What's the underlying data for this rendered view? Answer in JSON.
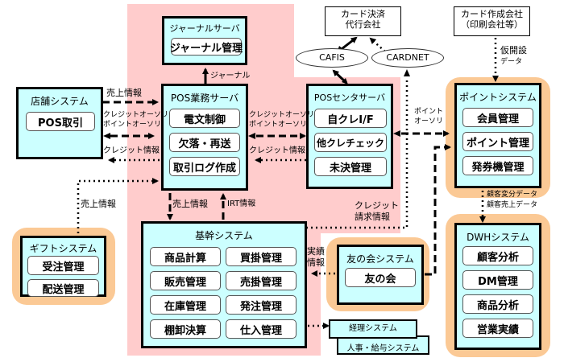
{
  "external": {
    "card_settlement": "カード決済\n代行会社",
    "card_settlement_l1": "カード決済",
    "card_settlement_l2": "代行会社",
    "card_maker_l1": "カード作成会社",
    "card_maker_l2": "（印刷会社等）",
    "cafis": "CAFIS",
    "cardnet": "CARDNET"
  },
  "systems": {
    "journal": {
      "title": "ジャーナルサーバ",
      "modules": [
        "ジャーナル管理"
      ]
    },
    "store": {
      "title": "店舗システム",
      "modules": [
        "POS取引"
      ]
    },
    "pos_business": {
      "title": "POS業務サーバ",
      "modules": [
        "電文制御",
        "欠落・再送",
        "取引ログ作成"
      ]
    },
    "pos_center": {
      "title": "POSセンタサーバ",
      "modules": [
        "自クレI/F",
        "他クレチェック",
        "未決管理"
      ]
    },
    "point": {
      "title": "ポイントシステム",
      "modules": [
        "会員管理",
        "ポイント管理",
        "発券機管理"
      ]
    },
    "gift": {
      "title": "ギフトシステム",
      "modules": [
        "受注管理",
        "配送管理"
      ]
    },
    "core": {
      "title": "基幹システム",
      "modules": [
        "商品計算",
        "買掛管理",
        "販売管理",
        "売掛管理",
        "在庫管理",
        "発注管理",
        "棚卸決算",
        "仕入管理"
      ]
    },
    "tomonokai": {
      "title": "友の会システム",
      "modules": [
        "友の会"
      ]
    },
    "dwh": {
      "title": "DWHシステム",
      "modules": [
        "顧客分析",
        "DM管理",
        "商品分析",
        "営業実績"
      ]
    },
    "accounting": {
      "title": "経理システム"
    },
    "hr": {
      "title": "人事・給与システム"
    }
  },
  "flows": {
    "journal": "ジャーナル",
    "sales_info_1": "売上情報",
    "credit_point_auth_l1": "クレジットオーソリ",
    "credit_point_auth_l2": "ポイントオーソリ",
    "credit_info": "クレジット情報",
    "credit_point_auth2_l1": "クレジットオーソリ",
    "credit_point_auth2_l2": "ポイントオーソリ",
    "credit_info2": "クレジット情報",
    "point_auth_l1": "ポイント",
    "point_auth_l2": "オーソリ",
    "temp_open_l1": "仮開設",
    "temp_open_l2": "データ",
    "gift_sales": "売上情報",
    "core_sales": "売上情報",
    "irt": "IRT情報",
    "credit_billing_l1": "クレジット",
    "credit_billing_l2": "請求情報",
    "results_l1": "実績",
    "results_l2": "情報",
    "customer_diff": "顧客変分データ",
    "customer_sales": "顧客売上データ"
  }
}
